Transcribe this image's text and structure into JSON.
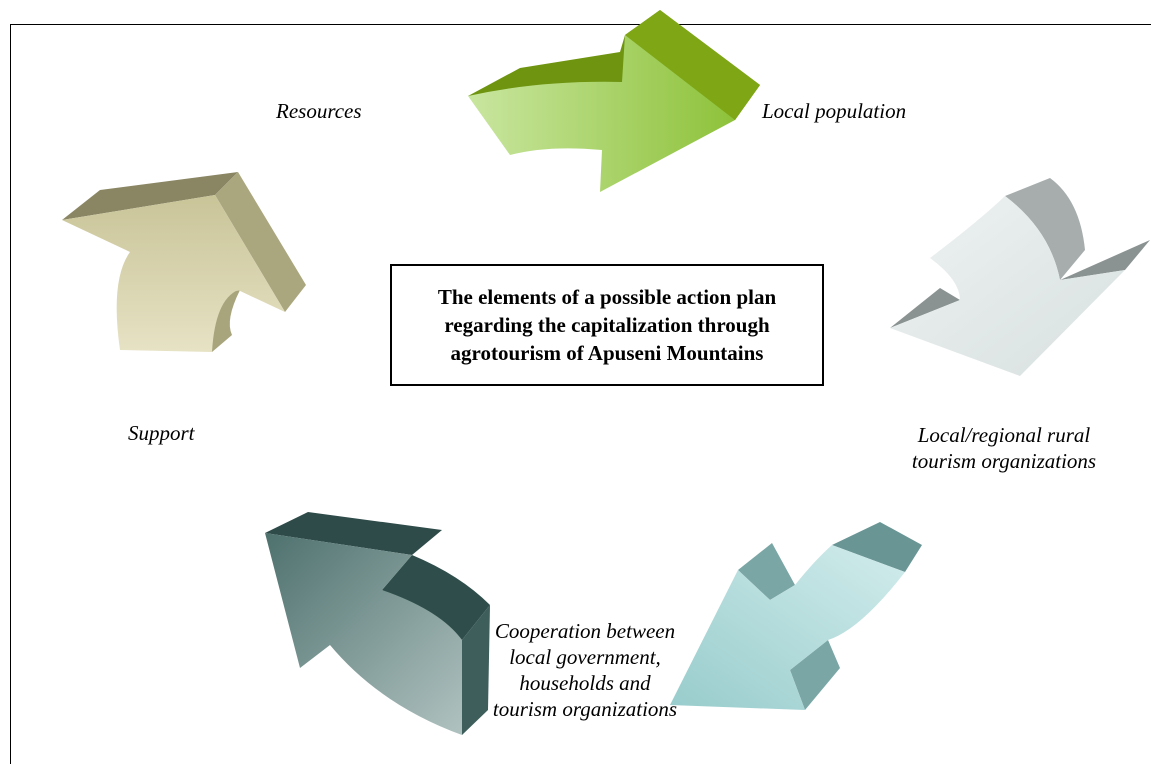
{
  "center_title": "The elements of a possible action plan regarding the capitalization through agrotourism of Apuseni Mountains",
  "labels": {
    "resources": "Resources",
    "local_population": "Local population",
    "support": "Support",
    "rural_tourism_line1": "Local/regional rural",
    "rural_tourism_line2": "tourism organizations",
    "cooperation_line1": "Cooperation between",
    "cooperation_line2": "local government,",
    "cooperation_line3": "households and",
    "cooperation_line4": "tourism organizations"
  },
  "arrows": [
    {
      "name": "top-arrow",
      "color": "#9ccb4e"
    },
    {
      "name": "right-arrow",
      "color": "#e4ecec"
    },
    {
      "name": "bottom-right-arrow",
      "color": "#a8d6d6"
    },
    {
      "name": "bottom-left-arrow",
      "color": "#5e7f7c"
    },
    {
      "name": "left-arrow",
      "color": "#d6d2a8"
    }
  ]
}
